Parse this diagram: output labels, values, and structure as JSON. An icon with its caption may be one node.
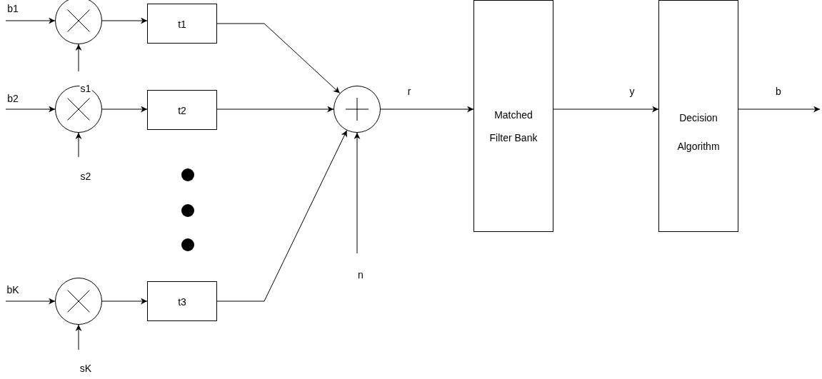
{
  "diagram": {
    "nodes": [
      {
        "text": [],
        "shape": "circle"
      },
      {
        "text": [],
        "shape": "circle"
      },
      {
        "text": [],
        "shape": "circle"
      },
      {
        "text": [
          "t1"
        ]
      },
      {
        "text": [
          "t2"
        ]
      },
      {
        "text": [
          "t3"
        ]
      },
      {
        "text": [],
        "shape": "circle"
      },
      {
        "text": [
          "Matched Filter Bank"
        ]
      },
      {
        "text": [
          "Decision Algorithm"
        ]
      }
    ],
    "edges": [
      {
        "from": null,
        "to": 0,
        "arrow": "to",
        "label": "b1"
      },
      {
        "from": null,
        "to": 0,
        "arrow": "to",
        "label": "s1"
      },
      {
        "from": null,
        "to": 1,
        "arrow": "to",
        "label": "b2"
      },
      {
        "from": null,
        "to": 1,
        "arrow": "to",
        "label": "s2"
      },
      {
        "from": null,
        "to": 2,
        "arrow": "to",
        "label": "bK"
      },
      {
        "from": null,
        "to": 2,
        "arrow": "to",
        "label": "sK"
      },
      {
        "from": 0,
        "to": 3,
        "arrow": "to"
      },
      {
        "from": 1,
        "to": 4,
        "arrow": "to"
      },
      {
        "from": 2,
        "to": 5,
        "arrow": "to"
      },
      {
        "from": 3,
        "to": 6,
        "arrow": "to"
      },
      {
        "from": 4,
        "to": 6,
        "arrow": "to"
      },
      {
        "from": 5,
        "to": 6,
        "arrow": "to"
      },
      {
        "from": null,
        "to": 6,
        "arrow": "to",
        "label": "n"
      },
      {
        "from": 6,
        "to": 7,
        "arrow": "to",
        "label": "r"
      },
      {
        "from": 7,
        "to": 8,
        "arrow": "to",
        "label": "y"
      },
      {
        "from": 8,
        "to": null,
        "arrow": "to",
        "label": "b"
      }
    ]
  }
}
